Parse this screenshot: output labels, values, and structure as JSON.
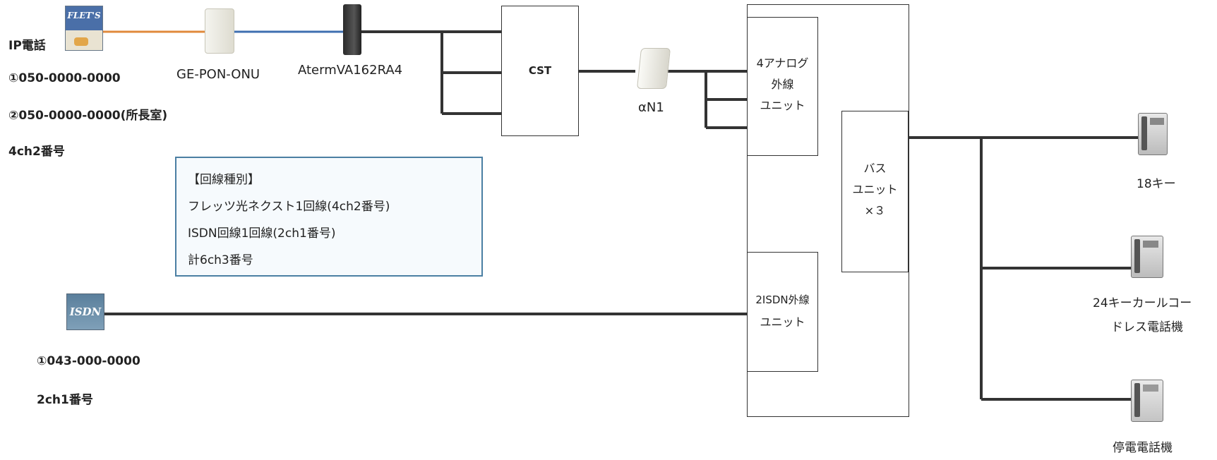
{
  "ip_phone": {
    "title": "IP電話",
    "number1": "①050-0000-0000",
    "number2": "②050-0000-0000(所長室)",
    "channels": "4ch2番号",
    "flets_logo": "FLET'S"
  },
  "devices": {
    "onu": "GE-PON-ONU",
    "router": "AtermVA162RA4",
    "cst": "CST",
    "an1": "αN1"
  },
  "pbx": {
    "analog_unit": [
      "4アナログ",
      "外線",
      "ユニット"
    ],
    "bus_unit": [
      "バス",
      "ユニット",
      "×３"
    ],
    "isdn_unit": [
      "2ISDN外線",
      "ユニット"
    ]
  },
  "legend": {
    "title": "【回線種別】",
    "line1": "フレッツ光ネクスト1回線(4ch2番号)",
    "line2": "ISDN回線1回線(2ch1番号)",
    "line3": "計6ch3番号"
  },
  "isdn": {
    "logo": "ISDN",
    "number": "①043-000-0000",
    "channels": "2ch1番号"
  },
  "phones": {
    "phone1": "18キー",
    "phone2_line1": "24キーカールコー",
    "phone2_line2": "ドレス電話機",
    "phone3": "停電電話機"
  },
  "colors": {
    "fiber_orange": "#e08a3c",
    "fiber_blue": "#3f6fb0",
    "wire": "#333333",
    "legend_border": "#4b7fa3"
  }
}
